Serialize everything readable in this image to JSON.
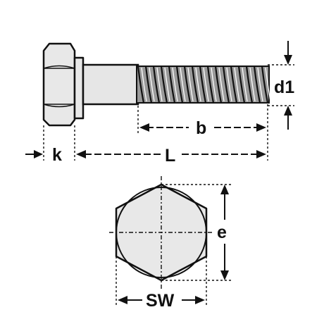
{
  "labels": {
    "d1": "d1",
    "b": "b",
    "k": "k",
    "L": "L",
    "e": "e",
    "sw": "SW"
  },
  "colors": {
    "line": "#111111",
    "fill": "#e8e8e8",
    "thread": "#9a9a9a"
  }
}
